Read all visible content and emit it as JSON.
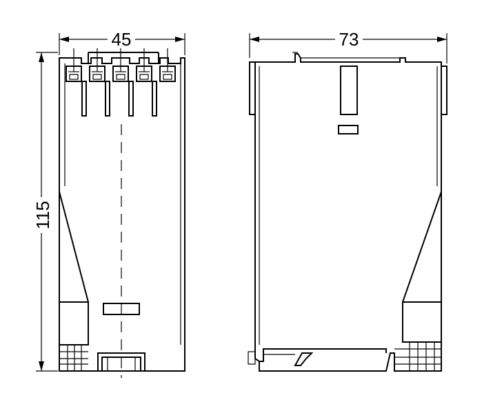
{
  "dimensions": {
    "front_width": "45",
    "front_height": "115",
    "side_width": "73"
  }
}
